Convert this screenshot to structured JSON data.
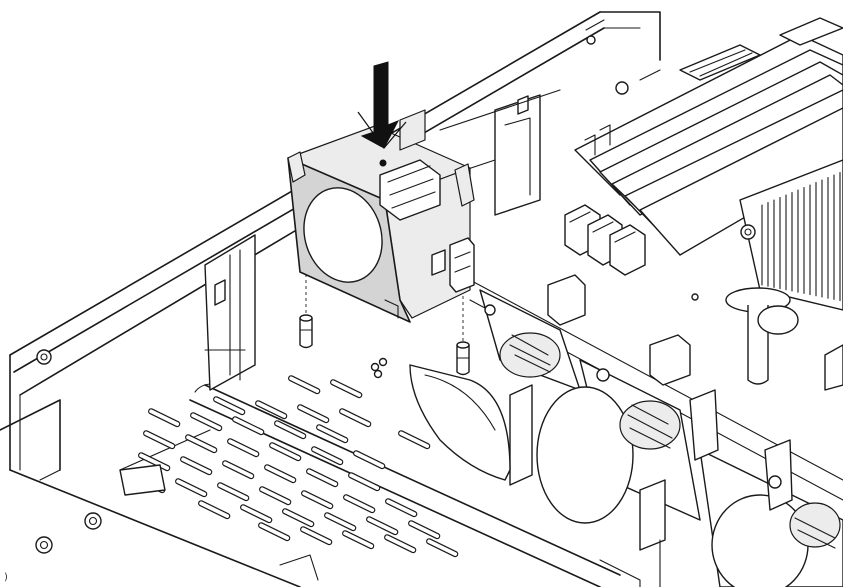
{
  "figure": {
    "instruction_arrow_icon": "down-arrow-icon",
    "components": [
      "fan-module",
      "fan-cage",
      "chassis",
      "dimm-slots",
      "heat-sink",
      "alignment-pins"
    ]
  }
}
